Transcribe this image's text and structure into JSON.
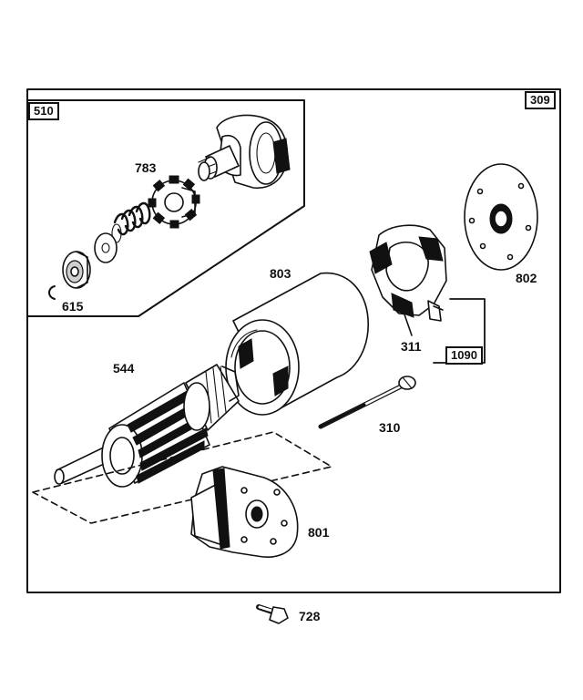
{
  "diagram": {
    "assembly_label": "309",
    "inset_label": "510",
    "brush_kit_label": "1090",
    "parts": {
      "p783": "783",
      "p615": "615",
      "p803": "803",
      "p802": "802",
      "p311": "311",
      "p544": "544",
      "p310": "310",
      "p801": "801",
      "p728": "728"
    }
  }
}
